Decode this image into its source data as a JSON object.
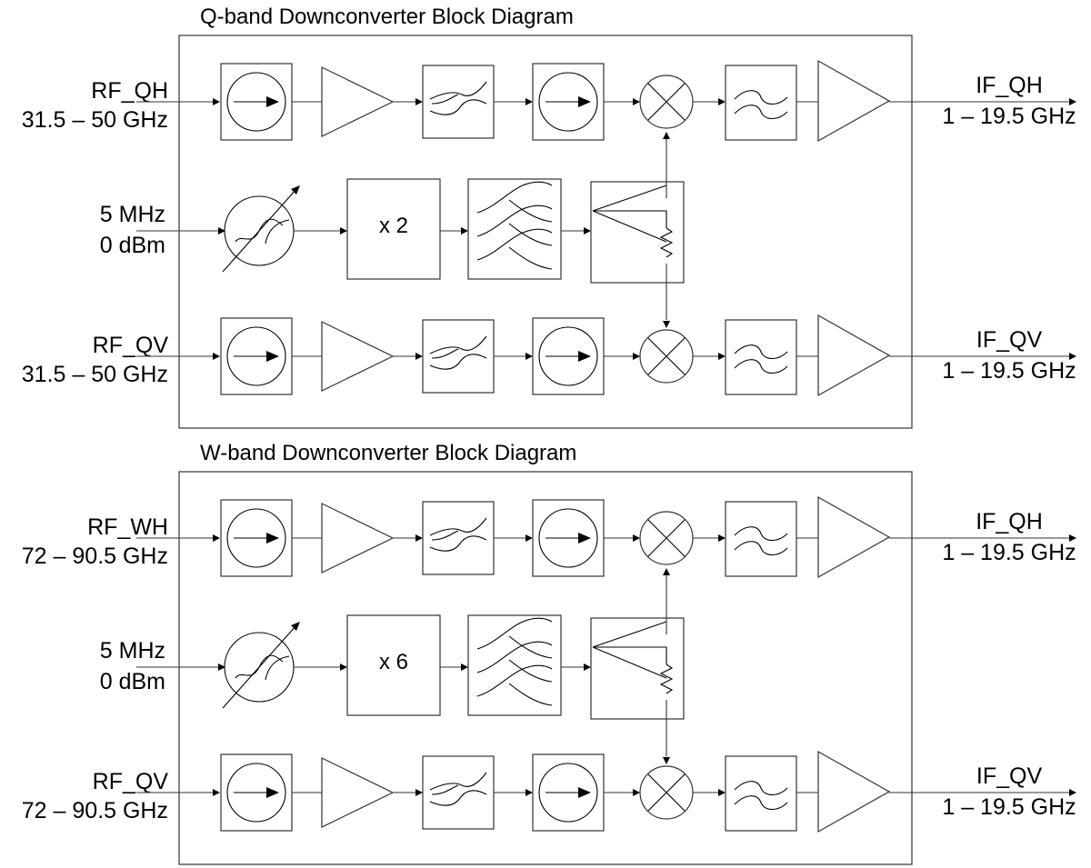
{
  "colors": {
    "line": "#333333",
    "symbol": "#000000",
    "background": "#ffffff"
  },
  "panels": [
    {
      "title": "Q-band Downconverter Block Diagram",
      "multiplier_label": "x 2",
      "lo_input": {
        "line1": "5 MHz",
        "line2": "0 dBm"
      },
      "top_chain": {
        "input": {
          "line1": "RF_QH",
          "line2": "31.5 – 50 GHz"
        },
        "output": {
          "line1": "IF_QH",
          "line2": "1 – 19.5 GHz"
        }
      },
      "bottom_chain": {
        "input": {
          "line1": "RF_QV",
          "line2": "31.5 – 50 GHz"
        },
        "output": {
          "line1": "IF_QV",
          "line2": "1 – 19.5 GHz"
        }
      }
    },
    {
      "title": "W-band Downconverter Block Diagram",
      "multiplier_label": "x 6",
      "lo_input": {
        "line1": "5 MHz",
        "line2": "0 dBm"
      },
      "top_chain": {
        "input": {
          "line1": "RF_WH",
          "line2": "72 – 90.5 GHz"
        },
        "output": {
          "line1": "IF_QH",
          "line2": "1 – 19.5 GHz"
        }
      },
      "bottom_chain": {
        "input": {
          "line1": "RF_QV",
          "line2": "72 – 90.5 GHz"
        },
        "output": {
          "line1": "IF_QV",
          "line2": "1 – 19.5 GHz"
        }
      }
    }
  ]
}
